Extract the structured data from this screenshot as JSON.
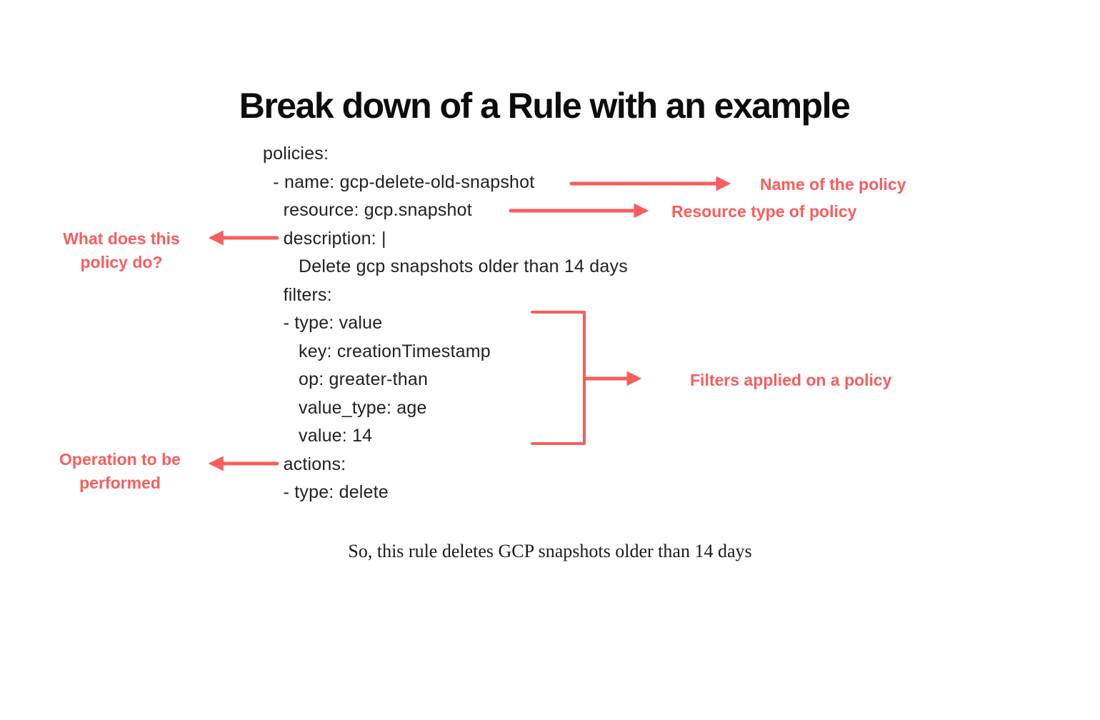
{
  "title": "Break down of a Rule with an example",
  "code": {
    "language": "yaml",
    "lines": [
      "policies:",
      "  - name: gcp-delete-old-snapshot",
      "    resource: gcp.snapshot",
      "    description: |",
      "       Delete gcp snapshots older than 14 days",
      "    filters:",
      "    - type: value",
      "       key: creationTimestamp",
      "       op: greater-than",
      "       value_type: age",
      "       value: 14",
      "    actions:",
      "    - type: delete"
    ]
  },
  "annotations": {
    "name_label": "Name of the policy",
    "resource_label": "Resource type of policy",
    "description_label": "What does this policy do?",
    "filters_label": "Filters applied on a policy",
    "actions_label": "Operation to be performed"
  },
  "conclusion": "So, this rule deletes GCP snapshots older than 14 days",
  "colors": {
    "accent": "#f85d5d",
    "title_text": "#0d0d0d",
    "code_text": "#212121",
    "background": "#ffffff"
  }
}
